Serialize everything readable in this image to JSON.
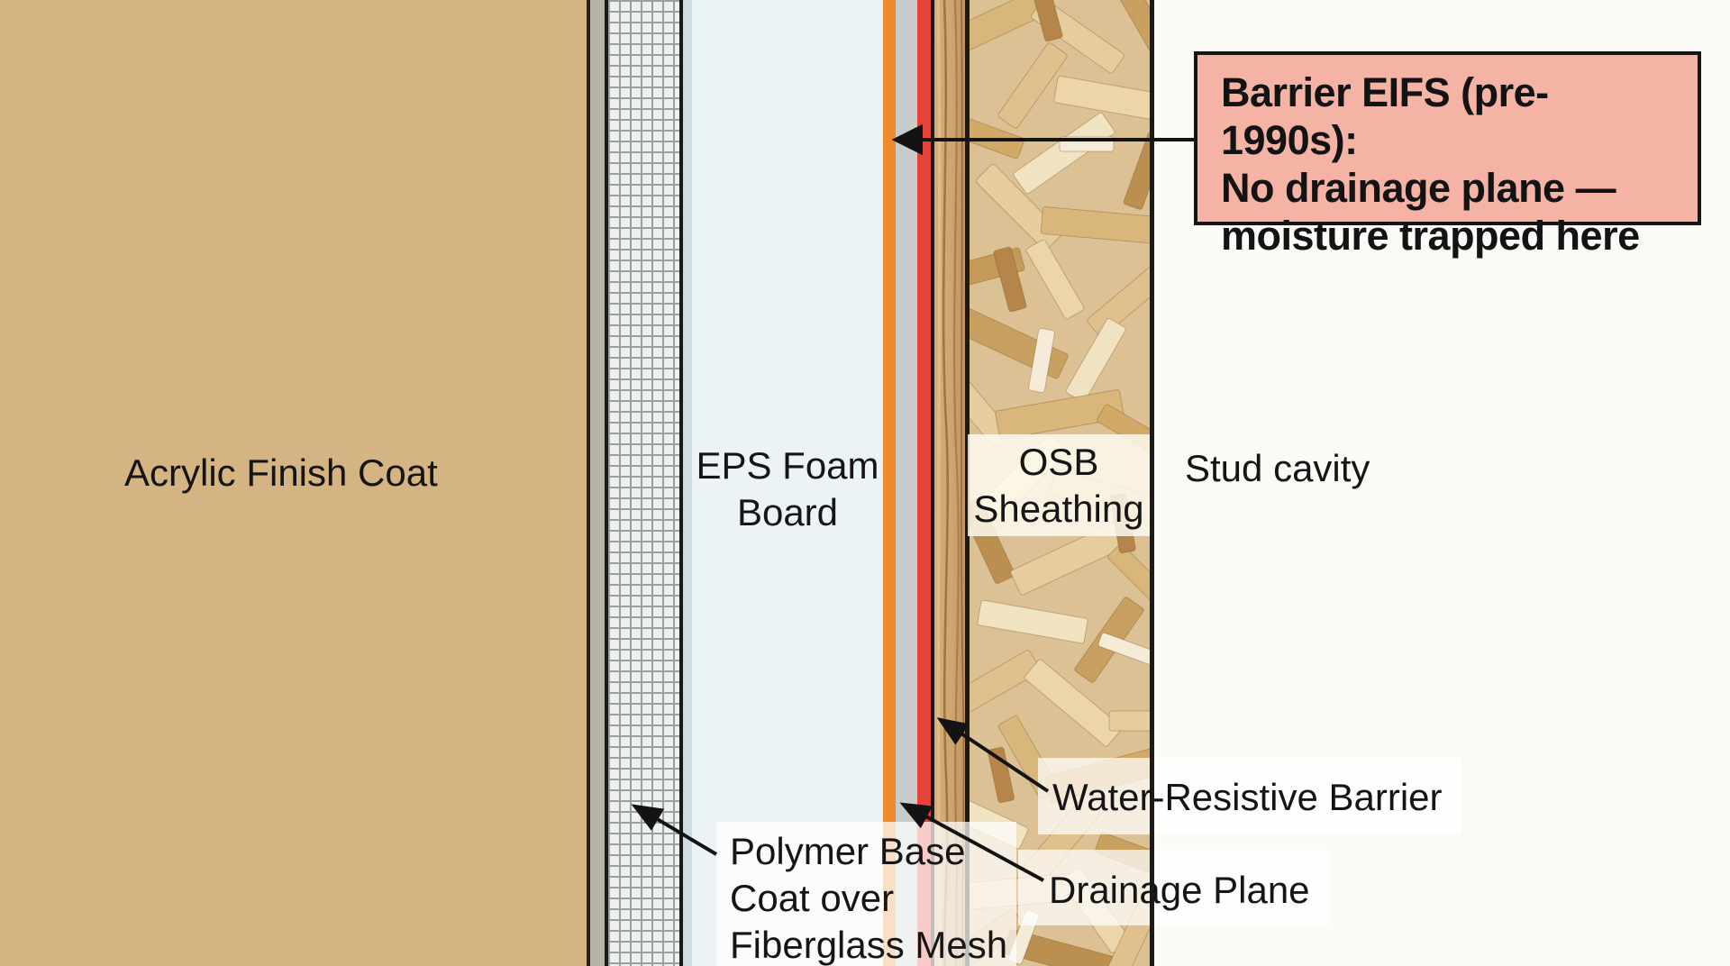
{
  "diagram": {
    "labels": {
      "acrylic": "Acrylic Finish Coat",
      "eps": "EPS Foam\nBoard",
      "osb": "OSB\nSheathing",
      "stud_cavity": "Stud cavity",
      "wrb": "Water-Resistive Barrier",
      "drainage": "Drainage Plane",
      "polymer": "Polymer Base\nCoat over\nFiberglass Mesh"
    },
    "callout": {
      "text": "Barrier EIFS (pre-1990s):\nNo drainage plane —\nmoisture trapped here"
    },
    "colors": {
      "acrylic": "#d5b483",
      "dark_edge": "#262019",
      "basecoat_strip": "#b6b3a5",
      "outline": "#1b1a16",
      "mesh_bg": "#eff1f1",
      "mesh_line": "#99a0a2",
      "eps_edge": "#cfdde3",
      "eps": "#ecf3f7",
      "orange_coat": "#f08b2d",
      "drainage_gray": "#c9cccd",
      "wrb_red": "#e6423a",
      "wood_edge": "#cda671",
      "osb_base": "#dcc194",
      "stud_cavity": "#fbfaf6",
      "callout_bg": "#f5b3a6",
      "label_text": "#151515"
    }
  }
}
